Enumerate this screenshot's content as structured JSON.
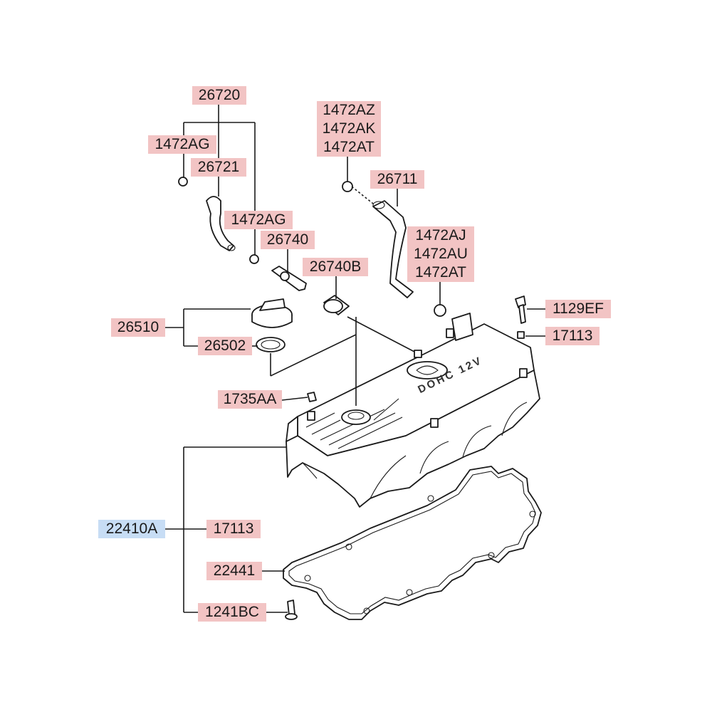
{
  "labels": {
    "p26720": "26720",
    "p1472AG_a": "1472AG",
    "p26721": "26721",
    "p1472AG_b": "1472AG",
    "p26740": "26740",
    "p26740B": "26740B",
    "p1472AZ": "1472AZ",
    "p1472AK": "1472AK",
    "p1472AT_a": "1472AT",
    "p26711": "26711",
    "p1472AJ": "1472AJ",
    "p1472AU": "1472AU",
    "p1472AT_b": "1472AT",
    "p1129EF": "1129EF",
    "p17113_a": "17113",
    "p26510": "26510",
    "p26502": "26502",
    "p1735AA": "1735AA",
    "p22410A": "22410A",
    "p17113_b": "17113",
    "p22441": "22441",
    "p1241BC": "1241BC"
  },
  "cover_text": "DOHC 12V",
  "colors": {
    "label_highlight": "#f2c4c4",
    "selected_highlight": "#c7ddf5",
    "line": "#1a1a1a"
  },
  "icons": [
    "hose-icon",
    "clamp-icon",
    "pcv-valve-icon",
    "grommet-icon",
    "oil-filler-cap-icon",
    "gasket-ring-icon",
    "bolt-icon",
    "nut-icon",
    "rocker-cover-icon",
    "cover-gasket-icon",
    "hyundai-logo-icon"
  ]
}
